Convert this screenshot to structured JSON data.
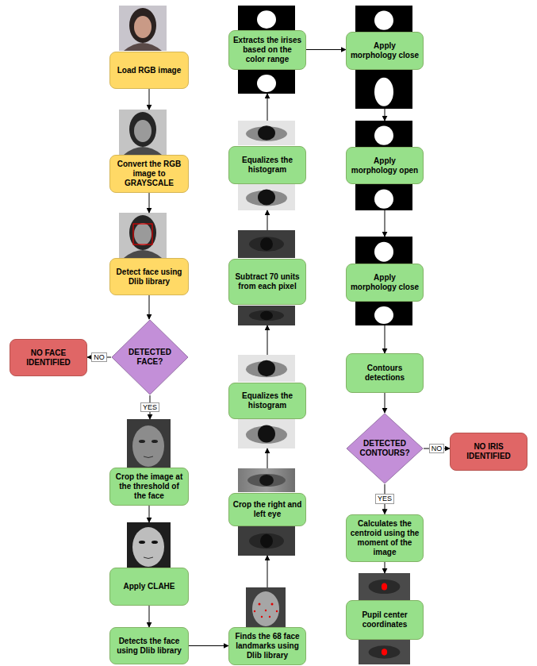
{
  "diagram": {
    "nodes": [
      {
        "text": [
          "Load RGB image"
        ]
      },
      {
        "text": [
          "Convert the RGB image to GRAYSCALE"
        ]
      },
      {
        "text": [
          "Detect face using Dlib library"
        ]
      },
      {
        "text": [
          "DETECTED FACE?"
        ]
      },
      {
        "text": [
          "NO FACE IDENTIFIED"
        ]
      },
      {
        "text": [
          "Crop the image at the threshold of the face"
        ]
      },
      {
        "text": [
          "Apply CLAHE"
        ]
      },
      {
        "text": [
          "Detects the face using Dlib library"
        ]
      },
      {
        "text": [
          "Finds the 68 face landmarks using Dlib library"
        ]
      },
      {
        "text": [
          "Crop the right and left eye"
        ]
      },
      {
        "text": [
          "Equalizes the histogram"
        ]
      },
      {
        "text": [
          "Subtract 70 units from each pixel"
        ]
      },
      {
        "text": [
          "Equalizes the histogram"
        ]
      },
      {
        "text": [
          "Extracts the irises based on the color range"
        ]
      },
      {
        "text": [
          "Apply morphology close"
        ]
      },
      {
        "text": [
          "Apply morphology open"
        ]
      },
      {
        "text": [
          "Apply morphology close"
        ]
      },
      {
        "text": [
          "Contours detections"
        ]
      },
      {
        "text": [
          "DETECTED CONTOURS?"
        ]
      },
      {
        "text": [
          "NO IRIS IDENTIFIED"
        ]
      },
      {
        "text": [
          "Calculates the centroid using the moment of the image"
        ]
      },
      {
        "text": [
          "Pupil center coordinates"
        ]
      }
    ],
    "edges": [
      {
        "from": 0,
        "to": 1,
        "arrow": "to"
      },
      {
        "from": 1,
        "to": 2,
        "arrow": "to"
      },
      {
        "from": 2,
        "to": 3,
        "arrow": "to"
      },
      {
        "from": 3,
        "to": 4,
        "label": "NO",
        "arrow": "to"
      },
      {
        "from": 3,
        "to": 5,
        "label": "YES",
        "arrow": "to"
      },
      {
        "from": 5,
        "to": 6,
        "arrow": "to"
      },
      {
        "from": 6,
        "to": 7,
        "arrow": "to"
      },
      {
        "from": 7,
        "to": 8,
        "arrow": "to"
      },
      {
        "from": 8,
        "to": 9,
        "arrow": "to"
      },
      {
        "from": 9,
        "to": 10,
        "arrow": "to"
      },
      {
        "from": 10,
        "to": 11,
        "arrow": "to"
      },
      {
        "from": 11,
        "to": 12,
        "arrow": "to"
      },
      {
        "from": 12,
        "to": 13,
        "arrow": "to"
      },
      {
        "from": 13,
        "to": 14,
        "arrow": "to"
      },
      {
        "from": 14,
        "to": 15,
        "arrow": "to"
      },
      {
        "from": 15,
        "to": 16,
        "arrow": "to"
      },
      {
        "from": 16,
        "to": 17,
        "arrow": "to"
      },
      {
        "from": 17,
        "to": 18,
        "arrow": "to"
      },
      {
        "from": 18,
        "to": 19,
        "label": "NO",
        "arrow": "to"
      },
      {
        "from": 18,
        "to": 20,
        "label": "YES",
        "arrow": "to"
      },
      {
        "from": 20,
        "to": 21,
        "arrow": "to"
      }
    ]
  }
}
